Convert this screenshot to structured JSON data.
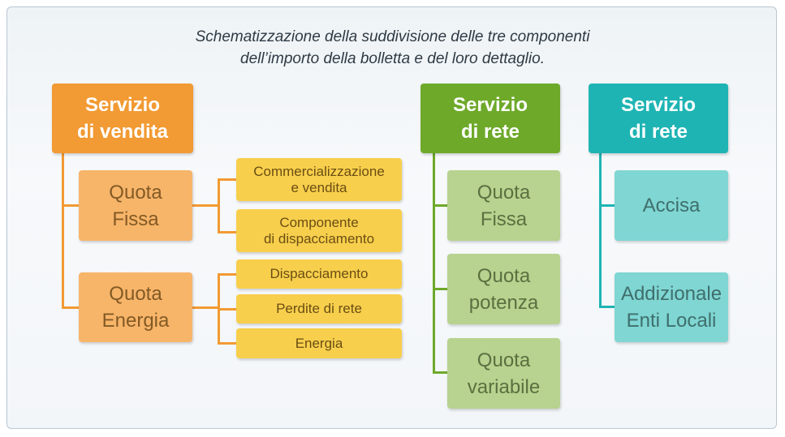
{
  "caption": {
    "line1": "Schematizzazione della suddivisione delle tre componenti",
    "line2": "dell’importo della bolletta e del loro dettaglio."
  },
  "colors": {
    "vendita_head": "#f29a33",
    "vendita_sub": "#f7b56a",
    "vendita_leaf": "#f8cf4c",
    "rete_head": "#6ea92a",
    "rete_sub": "#b7d38f",
    "oneri_head": "#1fb4b4",
    "oneri_sub": "#7fd6d3"
  },
  "vendita": {
    "header": "Servizio\ndi vendita",
    "quota_fissa": "Quota\nFissa",
    "quota_energia": "Quota\nEnergia",
    "fissa_items": [
      "Commercializzazione\ne vendita",
      "Componente\ndi dispacciamento"
    ],
    "energia_items": [
      "Dispacciamento",
      "Perdite di rete",
      "Energia"
    ]
  },
  "rete": {
    "header": "Servizio\ndi rete",
    "items": [
      "Quota\nFissa",
      "Quota\npotenza",
      "Quota\nvariabile"
    ]
  },
  "rete2": {
    "header": "Servizio\ndi rete",
    "items": [
      "Accisa",
      "Addizionale\nEnti Locali"
    ]
  }
}
